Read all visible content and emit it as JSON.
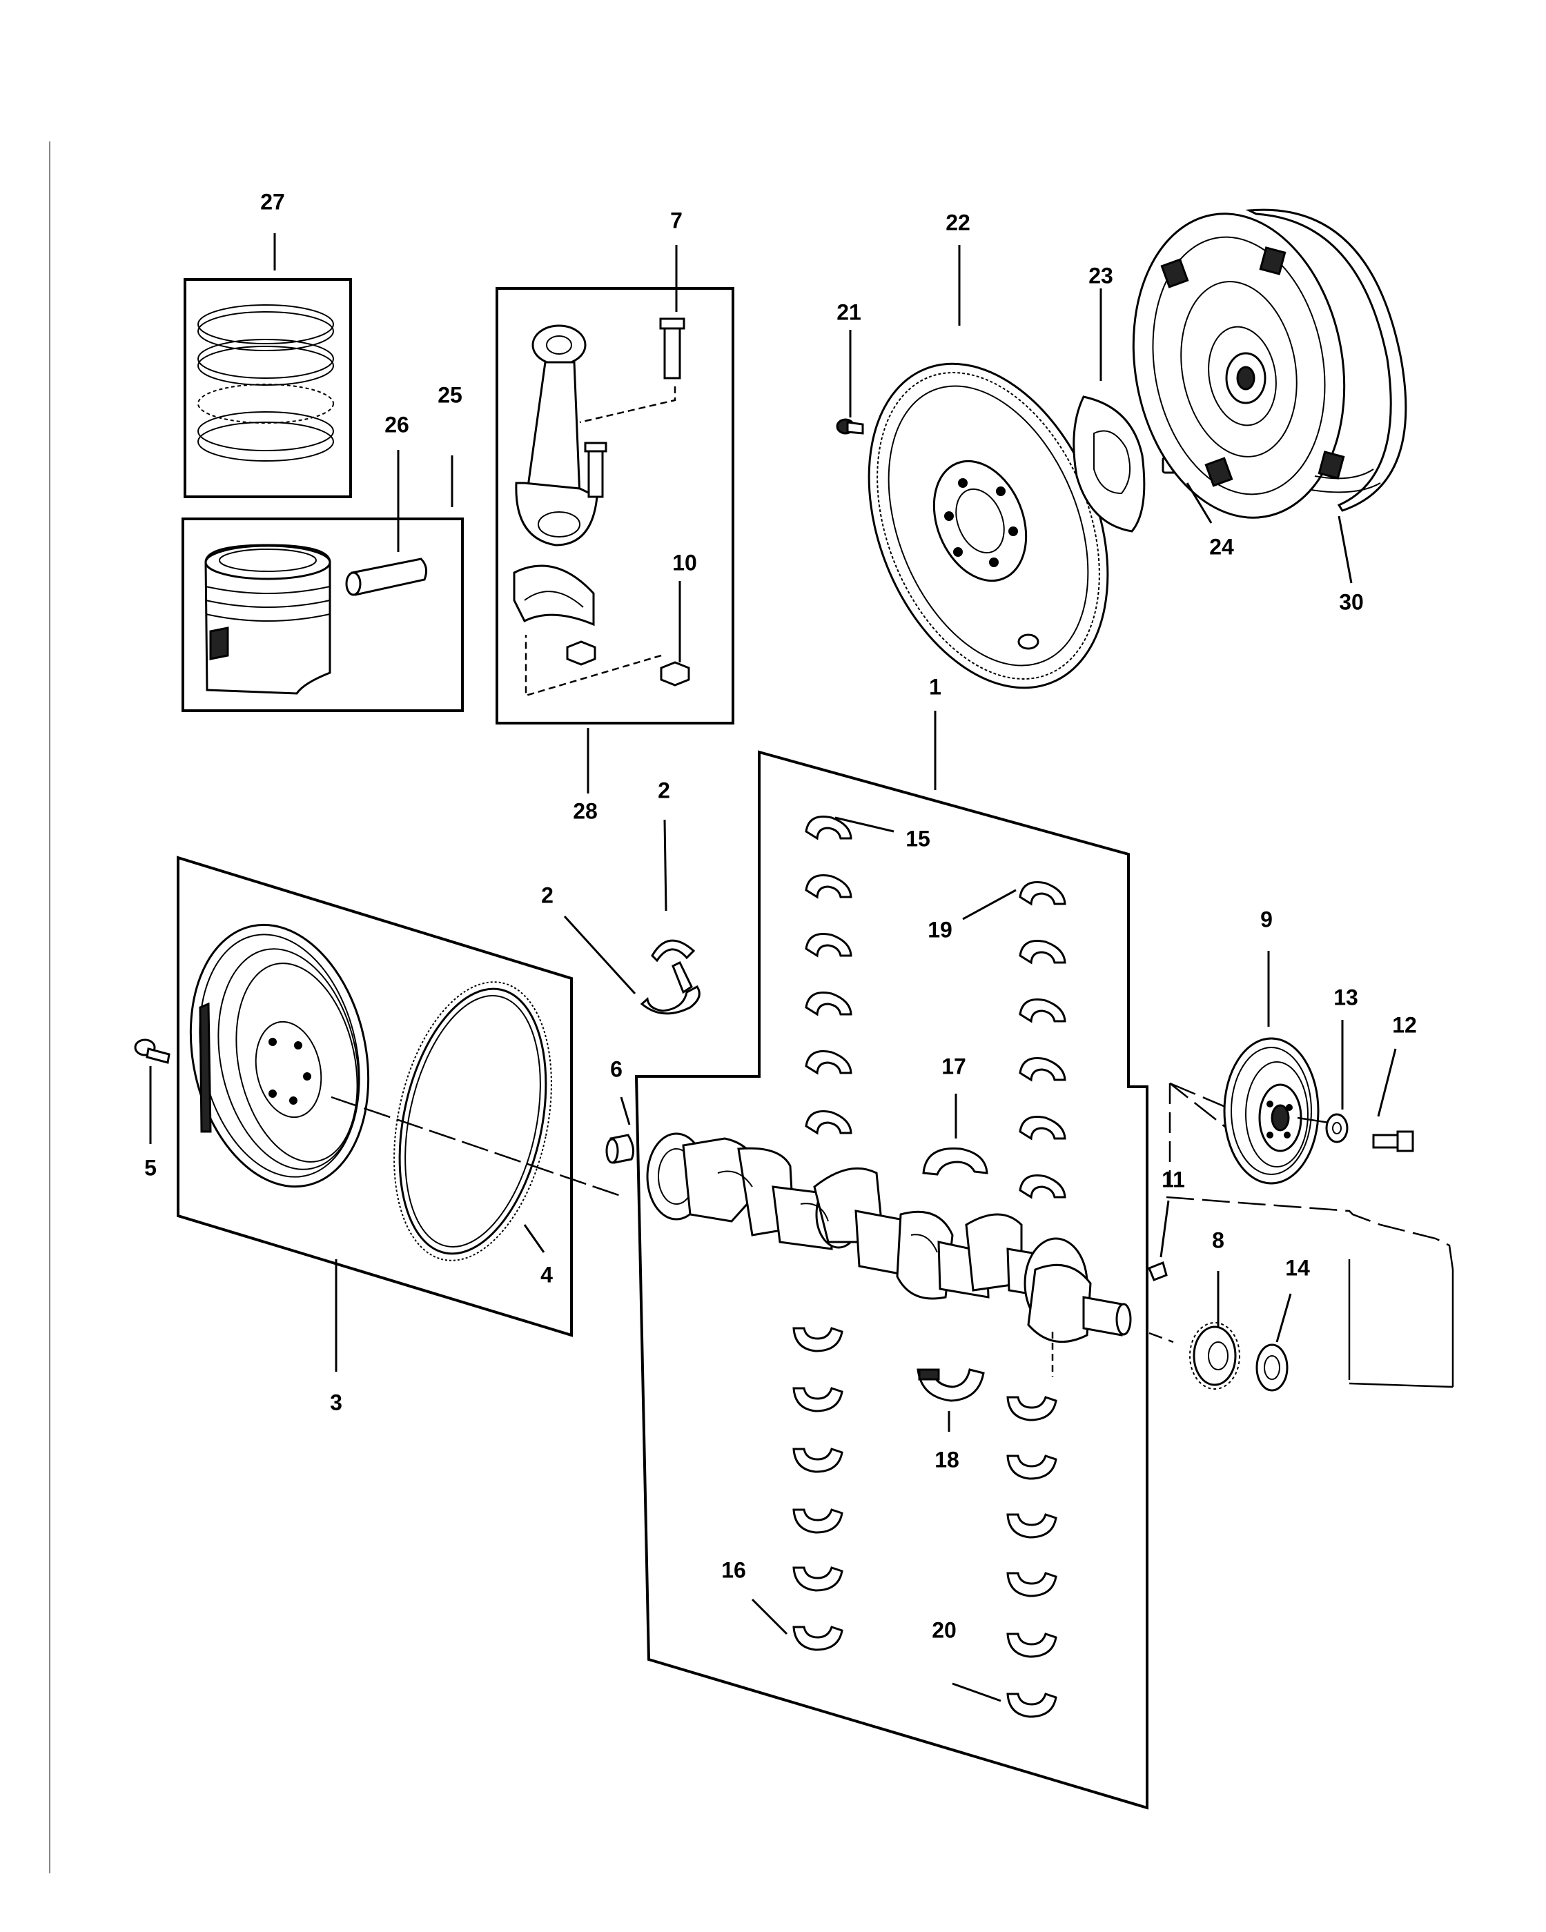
{
  "callouts": {
    "c1": "1",
    "c2a": "2",
    "c2b": "2",
    "c3": "3",
    "c4": "4",
    "c5": "5",
    "c6": "6",
    "c7": "7",
    "c8": "8",
    "c9": "9",
    "c10": "10",
    "c11": "11",
    "c12": "12",
    "c13": "13",
    "c14": "14",
    "c15": "15",
    "c16": "16",
    "c17": "17",
    "c18": "18",
    "c19": "19",
    "c20": "20",
    "c21": "21",
    "c22": "22",
    "c23": "23",
    "c24": "24",
    "c25": "25",
    "c26": "26",
    "c27": "27",
    "c28": "28",
    "c30": "30"
  }
}
